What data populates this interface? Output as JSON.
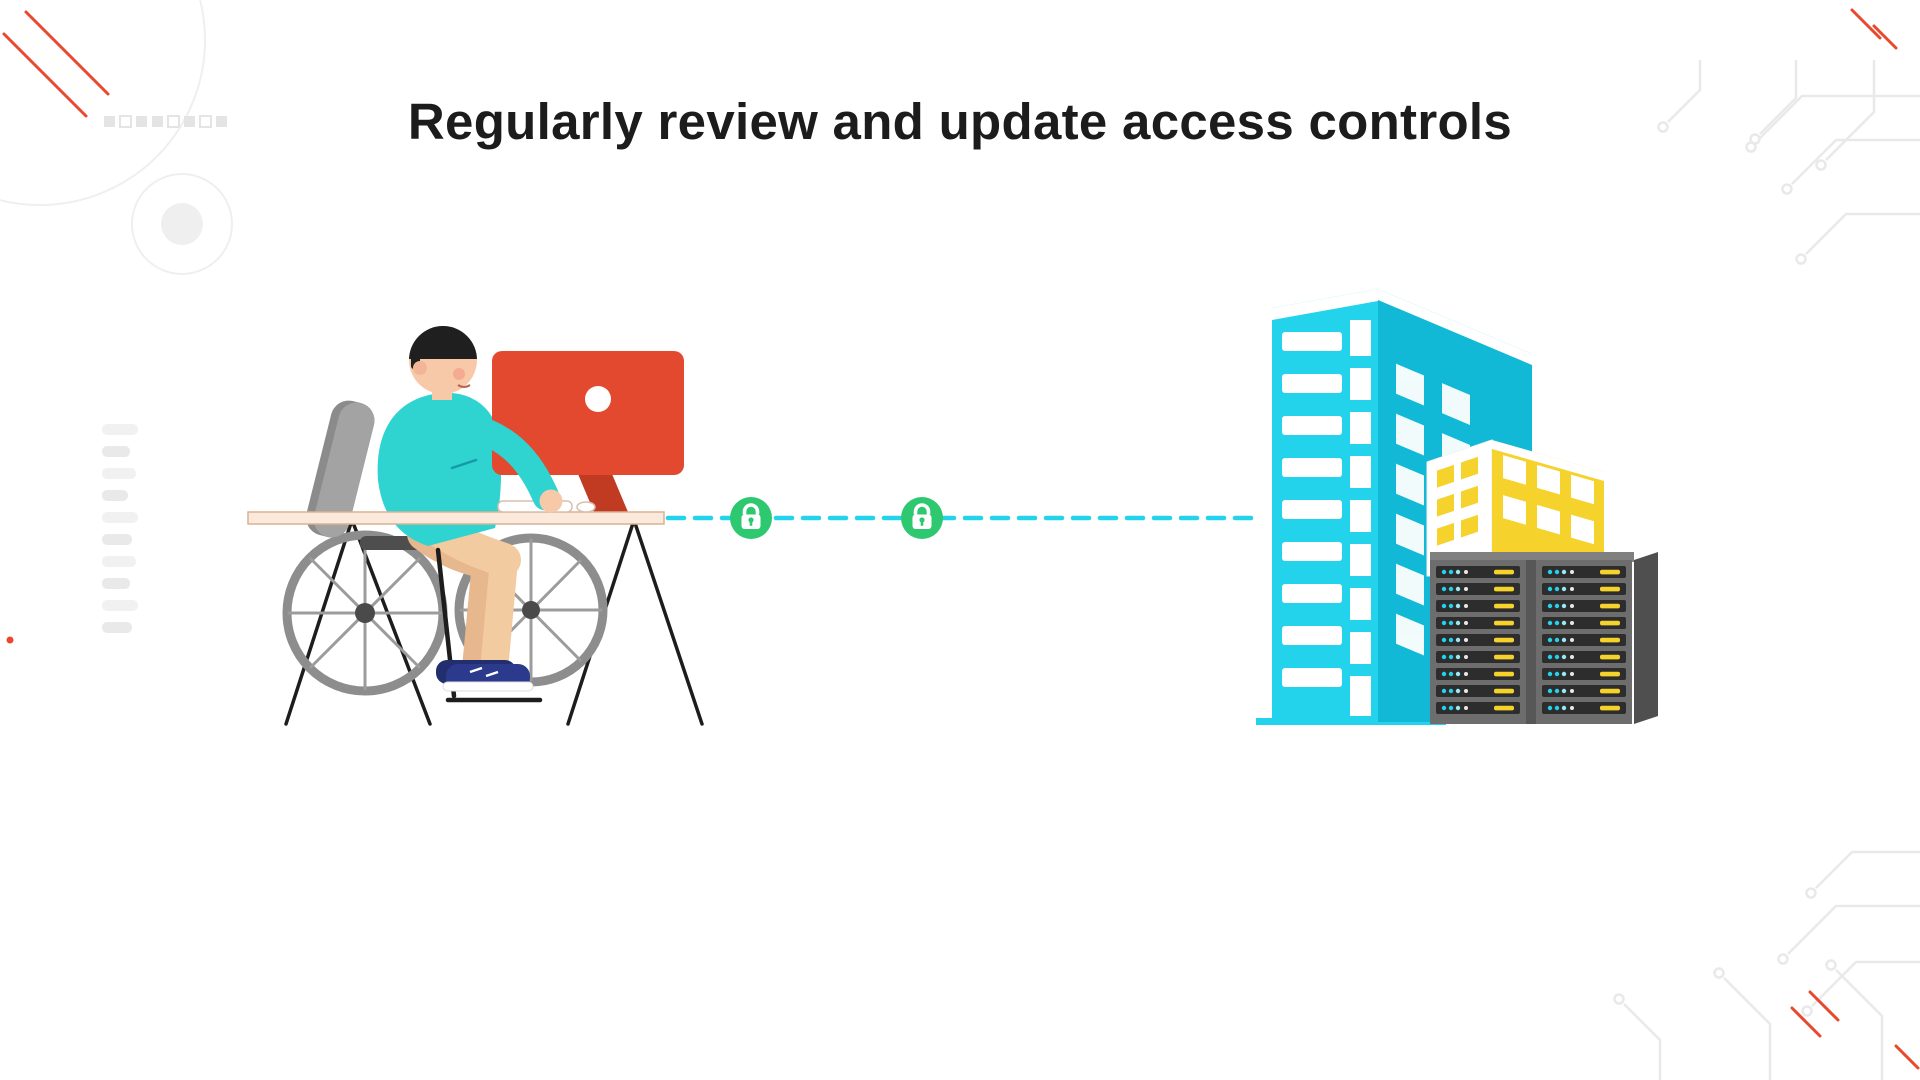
{
  "title": "Regularly review and update access controls",
  "illustration": {
    "left_scene": "person-in-wheelchair-working-at-desktop-computer",
    "connection": "dashed-secure-link",
    "lock_icons": [
      "lock-icon",
      "lock-icon"
    ],
    "right_scene": [
      "cyan-office-tower",
      "yellow-office-building",
      "server-racks"
    ]
  },
  "colors": {
    "bg": "#ffffff",
    "ink": "#1c1c1c",
    "teal": "#2fd3cf",
    "cyan": "#23d3ec",
    "cyanDark": "#12b9d7",
    "red": "#e2492e",
    "redDark": "#c13a22",
    "green": "#2dc86f",
    "yellow": "#f5d22c",
    "skin": "#f8c9a8",
    "pants": "#f3cba1",
    "pantsDark": "#e7b78d",
    "navy": "#2b3a8c",
    "navyDark": "#222e6e",
    "hair": "#1f1f1f",
    "wheelGray": "#8d8d8d",
    "rackGray": "#6d6d6d",
    "rackDark": "#2d2d2d",
    "deskFill": "#fbeadb",
    "deskEdge": "#d8b294",
    "deco": "#e9e9e9",
    "decoRed": "#e8492c"
  }
}
